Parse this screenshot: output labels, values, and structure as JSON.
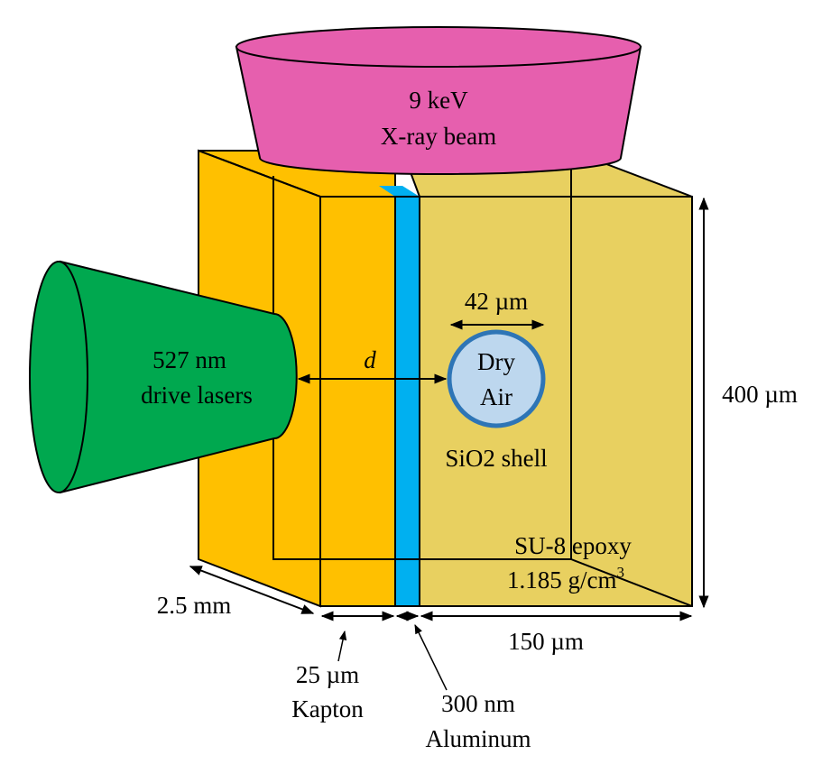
{
  "colors": {
    "kapton": "#ffc000",
    "aluminum": "#00b0f0",
    "epoxy": "#e8d060",
    "xray_beam": "#e65fae",
    "drive_laser": "#00a84f",
    "bubble_fill": "#bdd7ee",
    "bubble_stroke": "#2e75b6"
  },
  "icons": {
    "arrow_head": "arrowhead"
  },
  "labels": {
    "xray_line1": "9 keV",
    "xray_line2": "X-ray beam",
    "laser_line1": "527 nm",
    "laser_line2": "drive lasers",
    "bubble_diameter": "42 µm",
    "distance": "d",
    "bubble_line1": "Dry",
    "bubble_line2": "Air",
    "shell": "SiO2 shell",
    "epoxy_line1": "SU-8 epoxy",
    "epoxy_density": "1.185 g/cm",
    "epoxy_density_sup": "3",
    "height": "400 µm",
    "depth": "2.5 mm",
    "epoxy_width": "150 µm",
    "kapton_line1": "25 µm",
    "kapton_line2": "Kapton",
    "aluminum_line1": "300 nm",
    "aluminum_line2": "Aluminum"
  }
}
